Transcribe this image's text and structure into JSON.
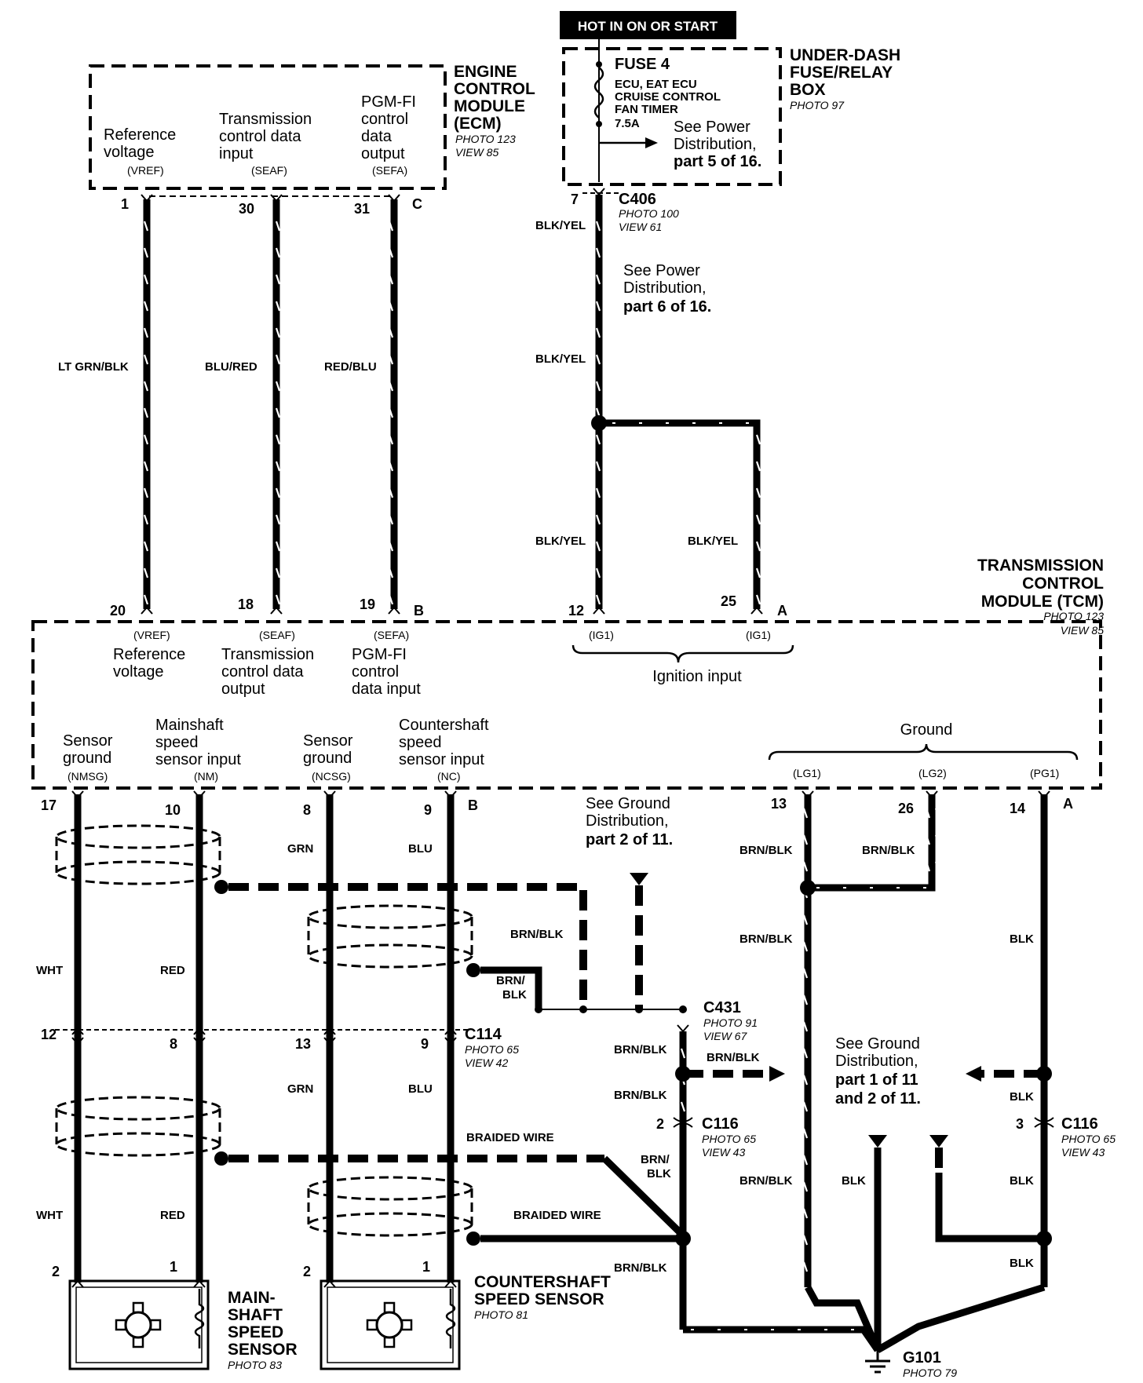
{
  "hot_label": "HOT IN ON OR START",
  "ecm": {
    "title": [
      "ENGINE",
      "CONTROL",
      "MODULE",
      "(ECM)"
    ],
    "photo": "PHOTO 123",
    "view": "VIEW 85",
    "connector": "C",
    "sig1": [
      "Reference",
      "voltage"
    ],
    "sig1_code": "(VREF)",
    "sig2": [
      "Transmission",
      "control data",
      "input"
    ],
    "sig2_code": "(SEAF)",
    "sig3": [
      "PGM-FI",
      "control",
      "data",
      "output"
    ],
    "sig3_code": "(SEFA)",
    "pins": [
      "1",
      "30",
      "31"
    ]
  },
  "fuse_box": {
    "title": [
      "UNDER-DASH",
      "FUSE/RELAY",
      "BOX"
    ],
    "photo": "PHOTO 97",
    "fuse": "FUSE 4",
    "fuse_items": [
      "ECU, EAT ECU",
      "CRUISE CONTROL",
      "FAN TIMER",
      "7.5A"
    ],
    "see": [
      "See Power",
      "Distribution,",
      "part 5 of 16."
    ]
  },
  "c406": {
    "name": "C406",
    "photo": "PHOTO 100",
    "view": "VIEW 61",
    "pin": "7"
  },
  "see_power6": [
    "See Power",
    "Distribution,",
    "part 6 of 16."
  ],
  "wire_colors": {
    "ltgrn_blk": "LT GRN/BLK",
    "blu_red": "BLU/RED",
    "red_blu": "RED/BLU",
    "blk_yel": "BLK/YEL",
    "grn": "GRN",
    "blu": "BLU",
    "wht": "WHT",
    "red": "RED",
    "brn_blk": "BRN/BLK",
    "brn_slash": "BRN/",
    "blk_part": "BLK",
    "blk": "BLK",
    "braided": "BRAIDED WIRE"
  },
  "tcm": {
    "title": [
      "TRANSMISSION",
      "CONTROL",
      "MODULE (TCM)"
    ],
    "photo": "PHOTO 123",
    "view": "VIEW 85",
    "conn_b": "B",
    "conn_a": "A",
    "top_pins": [
      "20",
      "18",
      "19",
      "12",
      "25"
    ],
    "top_codes": [
      "(VREF)",
      "(SEAF)",
      "(SEFA)",
      "(IG1)",
      "(IG1)"
    ],
    "sig_ref": [
      "Reference",
      "voltage"
    ],
    "sig_tco": [
      "Transmission",
      "control data",
      "output"
    ],
    "sig_pgm": [
      "PGM-FI",
      "control",
      "data input"
    ],
    "ignition": "Ignition input",
    "ground": "Ground",
    "bottom_labels": {
      "nmsg": [
        "Sensor",
        "ground"
      ],
      "nm": [
        "Mainshaft",
        "speed",
        "sensor input"
      ],
      "ncsg": [
        "Sensor",
        "ground"
      ],
      "nc": [
        "Countershaft",
        "speed",
        "sensor input"
      ]
    },
    "bottom_codes": [
      "(NMSG)",
      "(NM)",
      "(NCSG)",
      "(NC)",
      "(LG1)",
      "(LG2)",
      "(PG1)"
    ],
    "bottom_pins": [
      "17",
      "10",
      "8",
      "9",
      "13",
      "26",
      "14"
    ]
  },
  "see_ground2": [
    "See Ground",
    "Distribution,",
    "part 2 of 11."
  ],
  "see_ground12": [
    "See Ground",
    "Distribution,",
    "part 1 of 11",
    "and 2 of 11."
  ],
  "c114": {
    "name": "C114",
    "photo": "PHOTO 65",
    "view": "VIEW 42",
    "pins": [
      "12",
      "8",
      "13",
      "9"
    ]
  },
  "c431": {
    "name": "C431",
    "photo": "PHOTO 91",
    "view": "VIEW 67"
  },
  "c116_left": {
    "name": "C116",
    "photo": "PHOTO 65",
    "view": "VIEW 43",
    "pin": "2"
  },
  "c116_right": {
    "name": "C116",
    "photo": "PHOTO 65",
    "view": "VIEW 43",
    "pin": "3"
  },
  "mainshaft": {
    "title": [
      "MAIN-",
      "SHAFT",
      "SPEED",
      "SENSOR"
    ],
    "photo": "PHOTO 83",
    "pins": [
      "2",
      "1"
    ]
  },
  "countershaft": {
    "title": [
      "COUNTERSHAFT",
      "SPEED SENSOR"
    ],
    "photo": "PHOTO 81",
    "pins": [
      "2",
      "1"
    ]
  },
  "g101": {
    "name": "G101",
    "photo": "PHOTO 79"
  }
}
